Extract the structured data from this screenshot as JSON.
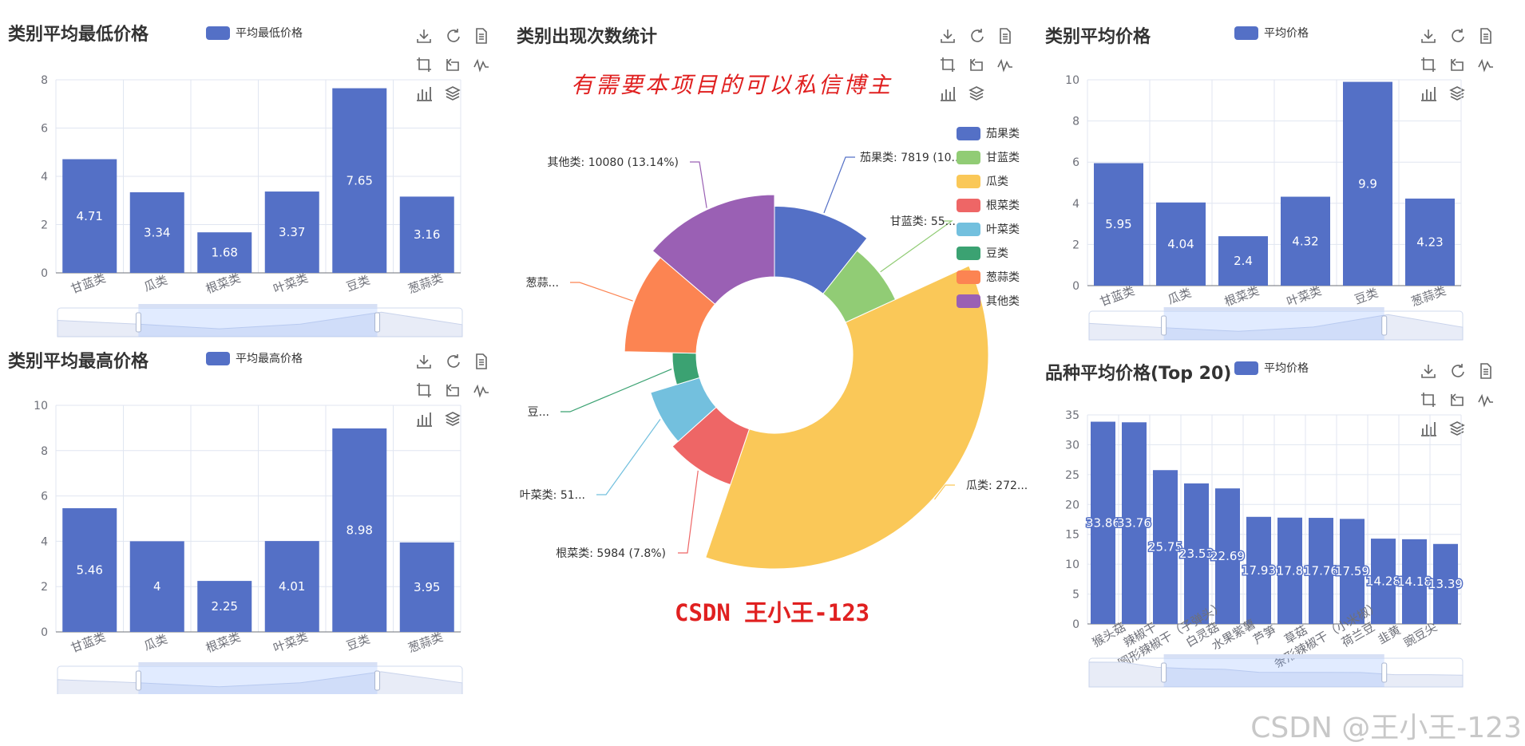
{
  "charts": {
    "c1": {
      "title": "类别平均最低价格",
      "legend": "平均最低价格",
      "categories": [
        "甘蓝类",
        "瓜类",
        "根菜类",
        "叶菜类",
        "豆类",
        "葱蒜类"
      ],
      "values": [
        4.71,
        3.34,
        1.68,
        3.37,
        7.65,
        3.16
      ],
      "labels": [
        "4.71",
        "3.34",
        "1.68",
        "3.37",
        "7.65",
        "3.16"
      ],
      "yticks": [
        "0",
        "2",
        "4",
        "6",
        "8"
      ]
    },
    "c2": {
      "title": "类别平均最高价格",
      "legend": "平均最高价格",
      "categories": [
        "甘蓝类",
        "瓜类",
        "根菜类",
        "叶菜类",
        "豆类",
        "葱蒜类"
      ],
      "values": [
        5.46,
        4,
        2.25,
        4.01,
        8.98,
        3.95
      ],
      "labels": [
        "5.46",
        "4",
        "2.25",
        "4.01",
        "8.98",
        "3.95"
      ],
      "yticks": [
        "0",
        "2",
        "4",
        "6",
        "8",
        "10"
      ]
    },
    "c3": {
      "title": "类别出现次数统计",
      "legend": [
        "茄果类",
        "甘蓝类",
        "瓜类",
        "根菜类",
        "叶菜类",
        "豆类",
        "葱蒜类",
        "其他类"
      ],
      "slice_labels": [
        "茄果类: 7819 (10....",
        "甘蓝类: 55...",
        "瓜类: 272...",
        "根菜类: 5984 (7.8%)",
        "叶菜类: 51...",
        "豆...",
        "葱蒜...",
        "其他类: 10080 (13.14%)"
      ],
      "banner": "有需要本项目的可以私信博主",
      "footer": "CSDN 王小王-123"
    },
    "c4": {
      "title": "类别平均价格",
      "legend": "平均价格",
      "categories": [
        "甘蓝类",
        "瓜类",
        "根菜类",
        "叶菜类",
        "豆类",
        "葱蒜类"
      ],
      "values": [
        5.95,
        4.04,
        2.4,
        4.32,
        9.9,
        4.23
      ],
      "labels": [
        "5.95",
        "4.04",
        "2.4",
        "4.32",
        "9.9",
        "4.23"
      ],
      "yticks": [
        "0",
        "2",
        "4",
        "6",
        "8",
        "10"
      ]
    },
    "c5": {
      "title": "品种平均价格(Top 20)",
      "legend": "平均价格",
      "categories": [
        "猴头菇",
        "辣椒干",
        "圆形辣椒干（子弹头）",
        "白灵菇",
        "水果紫薯",
        "芦笋",
        "草菇",
        "条形辣椒干（小米椒）",
        "荷兰豆",
        "韭黄",
        "豌豆尖"
      ],
      "values": [
        33.86,
        33.76,
        25.75,
        23.53,
        22.69,
        17.93,
        17.8,
        17.76,
        17.59,
        14.28,
        14.18,
        13.39
      ],
      "labels": [
        "33.86",
        "33.76",
        "25.75",
        "23.53",
        "22.69",
        "17.93",
        "17.8",
        "17.76",
        "17.59",
        "14.28",
        "14.18",
        "13.39"
      ],
      "xtick_labels": [
        "猴头菇",
        "辣椒干",
        "圆形辣椒干（子弹头）",
        "白灵菇",
        "水果紫薯",
        "芦笋",
        "草菇",
        "条形辣椒干（小米椒）",
        "荷兰豆",
        "韭黄",
        "豌豆尖"
      ],
      "yticks": [
        "0",
        "5",
        "10",
        "15",
        "20",
        "25",
        "30",
        "35"
      ]
    }
  },
  "watermark": "CSDN @王小王-123",
  "chart_data": [
    {
      "type": "bar",
      "title": "类别平均最低价格",
      "categories": [
        "甘蓝类",
        "瓜类",
        "根菜类",
        "叶菜类",
        "豆类",
        "葱蒜类"
      ],
      "series": [
        {
          "name": "平均最低价格",
          "values": [
            4.71,
            3.34,
            1.68,
            3.37,
            7.65,
            3.16
          ]
        }
      ],
      "ylim": [
        0,
        8
      ],
      "legend": "top",
      "grid": true
    },
    {
      "type": "bar",
      "title": "类别平均最高价格",
      "categories": [
        "甘蓝类",
        "瓜类",
        "根菜类",
        "叶菜类",
        "豆类",
        "葱蒜类"
      ],
      "series": [
        {
          "name": "平均最高价格",
          "values": [
            5.46,
            4,
            2.25,
            4.01,
            8.98,
            3.95
          ]
        }
      ],
      "ylim": [
        0,
        10
      ],
      "legend": "top",
      "grid": true
    },
    {
      "type": "pie",
      "title": "类别出现次数统计",
      "categories": [
        "茄果类",
        "甘蓝类",
        "瓜类",
        "根菜类",
        "叶菜类",
        "豆类",
        "葱蒜类",
        "其他类"
      ],
      "values": [
        7819,
        5500,
        27200,
        5984,
        5100,
        3700,
        8000,
        10080
      ],
      "legend": "right",
      "rose": true
    },
    {
      "type": "bar",
      "title": "类别平均价格",
      "categories": [
        "甘蓝类",
        "瓜类",
        "根菜类",
        "叶菜类",
        "豆类",
        "葱蒜类"
      ],
      "series": [
        {
          "name": "平均价格",
          "values": [
            5.95,
            4.04,
            2.4,
            4.32,
            9.9,
            4.23
          ]
        }
      ],
      "ylim": [
        0,
        10
      ],
      "legend": "top",
      "grid": true
    },
    {
      "type": "bar",
      "title": "品种平均价格(Top 20)",
      "series": [
        {
          "name": "平均价格",
          "values": [
            33.86,
            33.76,
            25.75,
            23.53,
            22.69,
            17.93,
            17.8,
            17.76,
            17.59,
            14.28,
            14.18,
            13.39
          ]
        }
      ],
      "ylim": [
        0,
        35
      ],
      "legend": "top",
      "grid": true
    }
  ],
  "colors": {
    "bar": "#5470c6",
    "grid": "#e0e6f1",
    "axis": "#6e7079",
    "red": "#e02020"
  }
}
